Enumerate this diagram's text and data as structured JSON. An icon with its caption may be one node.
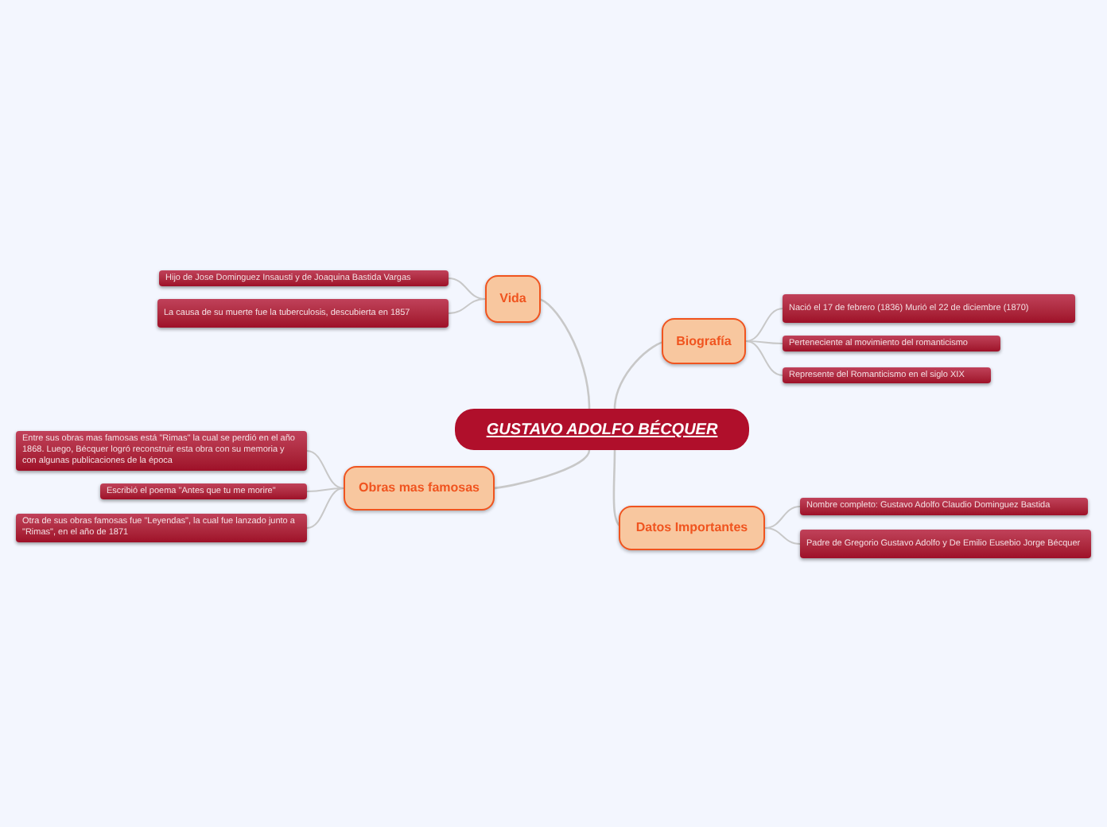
{
  "diagram": {
    "nodes": [
      {
        "text": [
          "GUSTAVO ADOLFO BÉCQUER"
        ]
      },
      {
        "text": [
          "Vida"
        ]
      },
      {
        "text": [
          "Hijo de Jose Dominguez Insausti y de Joaquina Bastida Vargas"
        ]
      },
      {
        "text": [
          "La causa de su muerte fue la tuberculosis, descubierta en 1857"
        ]
      },
      {
        "text": [
          "Biografía"
        ]
      },
      {
        "text": [
          "Nació el 17 de febrero (1836) Murió el 22 de diciembre (1870)"
        ]
      },
      {
        "text": [
          "Perteneciente al movimiento del romanticismo"
        ]
      },
      {
        "text": [
          "Represente del Romanticismo en el siglo XIX"
        ]
      },
      {
        "text": [
          "Obras mas famosas"
        ]
      },
      {
        "text": [
          "Entre sus obras mas famosas está \"Rimas\" la cual se perdió en el año 1868. Luego, Bécquer logró reconstruir esta obra con su memoria y con algunas publicaciones de la época"
        ]
      },
      {
        "text": [
          "Escribió el poema \"Antes que tu me morire\""
        ]
      },
      {
        "text": [
          "Otra de sus obras famosas fue \"Leyendas\", la cual fue lanzado junto a \"Rimas\", en el año de 1871"
        ]
      },
      {
        "text": [
          "Datos Importantes"
        ]
      },
      {
        "text": [
          "Nombre completo: Gustavo Adolfo Claudio Dominguez Bastida"
        ]
      },
      {
        "text": [
          "Padre de Gregorio Gustavo Adolfo y De Emilio Eusebio Jorge Bécquer"
        ]
      }
    ],
    "edges": [
      {
        "from": 0,
        "to": 1,
        "arrow": "none"
      },
      {
        "from": 1,
        "to": 2,
        "arrow": "none"
      },
      {
        "from": 1,
        "to": 3,
        "arrow": "none"
      },
      {
        "from": 0,
        "to": 4,
        "arrow": "none"
      },
      {
        "from": 4,
        "to": 5,
        "arrow": "none"
      },
      {
        "from": 4,
        "to": 6,
        "arrow": "none"
      },
      {
        "from": 4,
        "to": 7,
        "arrow": "none"
      },
      {
        "from": 0,
        "to": 8,
        "arrow": "none"
      },
      {
        "from": 8,
        "to": 9,
        "arrow": "none"
      },
      {
        "from": 8,
        "to": 10,
        "arrow": "none"
      },
      {
        "from": 8,
        "to": 11,
        "arrow": "none"
      },
      {
        "from": 0,
        "to": 12,
        "arrow": "none"
      },
      {
        "from": 12,
        "to": 13,
        "arrow": "none"
      },
      {
        "from": 12,
        "to": 14,
        "arrow": "none"
      }
    ]
  }
}
